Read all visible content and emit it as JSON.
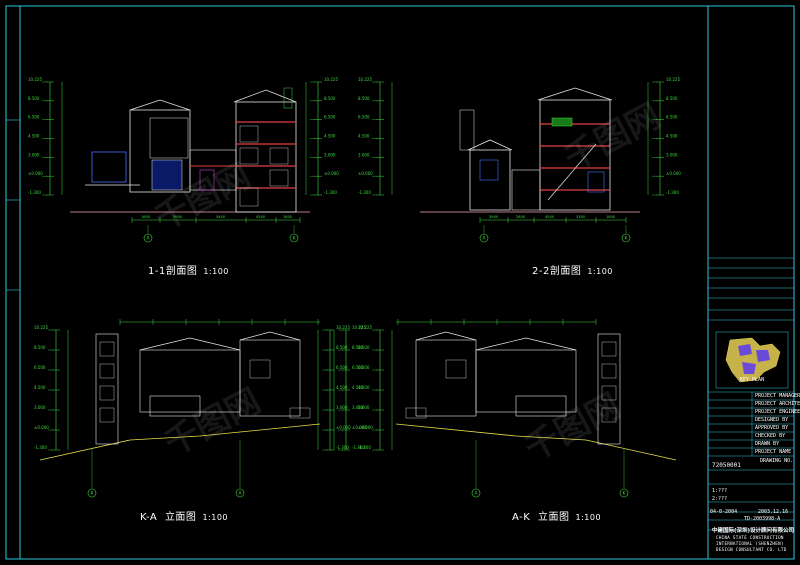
{
  "drawings": {
    "section_1": {
      "name": "1-1剖面图",
      "scale": "1:100"
    },
    "section_2": {
      "name": "2-2剖面图",
      "scale": "1:100"
    },
    "elevation_1": {
      "circles": [
        "K",
        "A"
      ],
      "name": "立面图",
      "scale": "1:100"
    },
    "elevation_2": {
      "circles": [
        "A",
        "K"
      ],
      "name": "立面图",
      "scale": "1:100"
    }
  },
  "elevation_marks": {
    "left_section": [
      "10.225",
      "8.500",
      "6.500",
      "4.500",
      "3.000",
      "±0.000",
      "-1.300"
    ],
    "right_section": [
      "10.225",
      "8.500",
      "6.500",
      "4.500",
      "3.000",
      "±0.000",
      "-1.300"
    ]
  },
  "dimension_labels": {
    "section_1_bottom": [
      "1800",
      "3900",
      "5400",
      "4500",
      "1800"
    ],
    "section_2_bottom": [
      "3900",
      "2600",
      "4500",
      "3300",
      "1800"
    ]
  },
  "axis_labels": {
    "section_1": [
      "A",
      "K"
    ],
    "section_2": [
      "A",
      "K"
    ],
    "elevation_1": [
      "K",
      "A"
    ],
    "elevation_2": [
      "A",
      "K"
    ]
  },
  "title_block": {
    "drawing_no_label": "DRAWING NO.",
    "drawing_no": "72050001",
    "rows_right": [
      "PROJECT MANAGER",
      "PROJECT ARCHITECT",
      "PROJECT ENGINEER",
      "DESIGNED BY",
      "APPROVED BY",
      "CHECKED BY",
      "DRAWN BY",
      "PROJECT NAME"
    ],
    "scale_rows": [
      "1:???",
      "2:???"
    ],
    "date_row": "04-0-2004",
    "date_row2": "2003.12.16",
    "code_row": "TD-2003998-A",
    "company_cn": "中建国际(深圳)设计顾问有限公司",
    "company_en": [
      "CHINA STATE CONSTRUCTION",
      "INTERNATIONAL (SHENZHEN)",
      "DESIGN CONSULTANT CO. LTD"
    ],
    "key_plan": "KEY PLAN"
  },
  "watermark": "千图网",
  "colors": {
    "border": "#2fc6d6",
    "frame": "#ffffff",
    "dim_green": "#3ddc3d",
    "line_white": "#e8e8e8",
    "section_red": "#e04040",
    "magenta": "#d040d0",
    "yellow": "#e8e04a",
    "ground": "#f4a6b8",
    "blue": "#4a70ff"
  }
}
